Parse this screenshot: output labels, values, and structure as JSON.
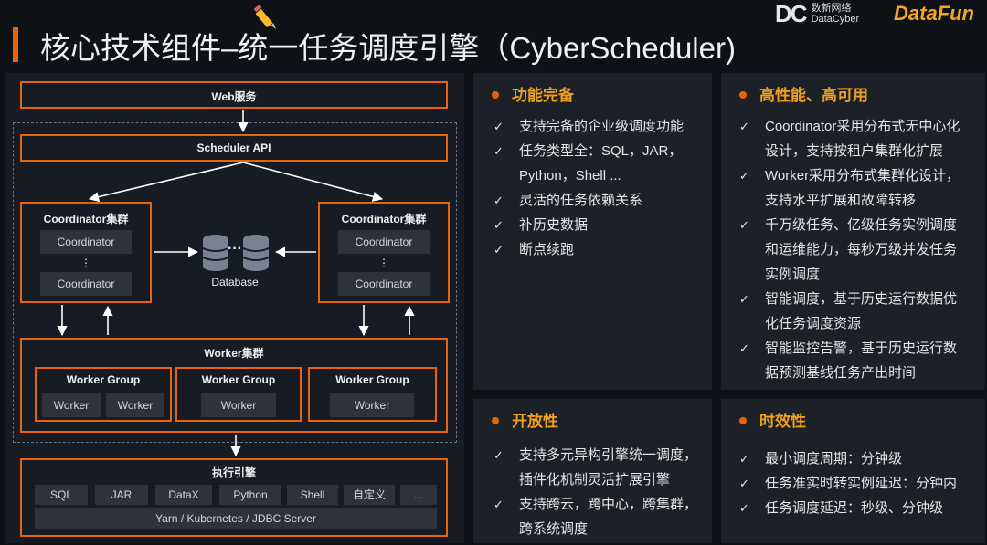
{
  "header": {
    "title": "核心技术组件–统一任务调度引擎（CyberScheduler)",
    "logo_cyber_mark": "DC",
    "logo_cyber_line1": "数新网络",
    "logo_cyber_line2": "DataCyber",
    "logo_datafun": "DataFun"
  },
  "architecture": {
    "web_service": "Web服务",
    "scheduler_api": "Scheduler API",
    "coord_left": {
      "title": "Coordinator集群",
      "node1": "Coordinator",
      "ellipsis": "⋮",
      "node2": "Coordinator"
    },
    "coord_right": {
      "title": "Coordinator集群",
      "node1": "Coordinator",
      "ellipsis": "⋮",
      "node2": "Coordinator"
    },
    "database": {
      "label": "Database",
      "dots": "···"
    },
    "worker_cluster": {
      "title": "Worker集群",
      "groups": [
        {
          "title": "Worker Group",
          "workers": [
            "Worker",
            "Worker"
          ]
        },
        {
          "title": "Worker Group",
          "workers": [
            "Worker"
          ]
        },
        {
          "title": "Worker Group",
          "workers": [
            "Worker"
          ]
        }
      ]
    },
    "engine": {
      "title": "执行引擎",
      "types": [
        "SQL",
        "JAR",
        "DataX",
        "Python",
        "Shell",
        "自定义",
        "..."
      ],
      "platforms": "Yarn / Kubernetes / JDBC Server"
    }
  },
  "cards": {
    "features": {
      "title": "功能完备",
      "items": [
        "支持完备的企业级调度功能",
        "任务类型全：SQL，JAR，",
        "Python，Shell ...",
        "灵活的任务依赖关系",
        "补历史数据",
        "断点续跑"
      ]
    },
    "performance": {
      "title": "高性能、高可用",
      "items": [
        "Coordinator采用分布式无中心化",
        "设计，支持按租户集群化扩展",
        "Worker采用分布式集群化设计，",
        "支持水平扩展和故障转移",
        "千万级任务、亿级任务实例调度",
        "和运维能力，每秒万级并发任务",
        "实例调度",
        "智能调度，基于历史运行数据优",
        "化任务调度资源",
        "智能监控告警，基于历史运行数",
        "据预测基线任务产出时间"
      ]
    },
    "openness": {
      "title": "开放性",
      "items": [
        "支持多元异构引擎统一调度，",
        "插件化机制灵活扩展引擎",
        "支持跨云，跨中心，跨集群，",
        "跨系统调度"
      ]
    },
    "timeliness": {
      "title": "时效性",
      "items": [
        "最小调度周期：分钟级",
        "任务准实时转实例延迟：分钟内",
        "任务调度延迟：秒级、分钟级"
      ]
    }
  },
  "colors": {
    "accent": "#e8630a",
    "heading": "#f0a020",
    "card_bg": "#1c2128",
    "bg": "#0e1116"
  }
}
